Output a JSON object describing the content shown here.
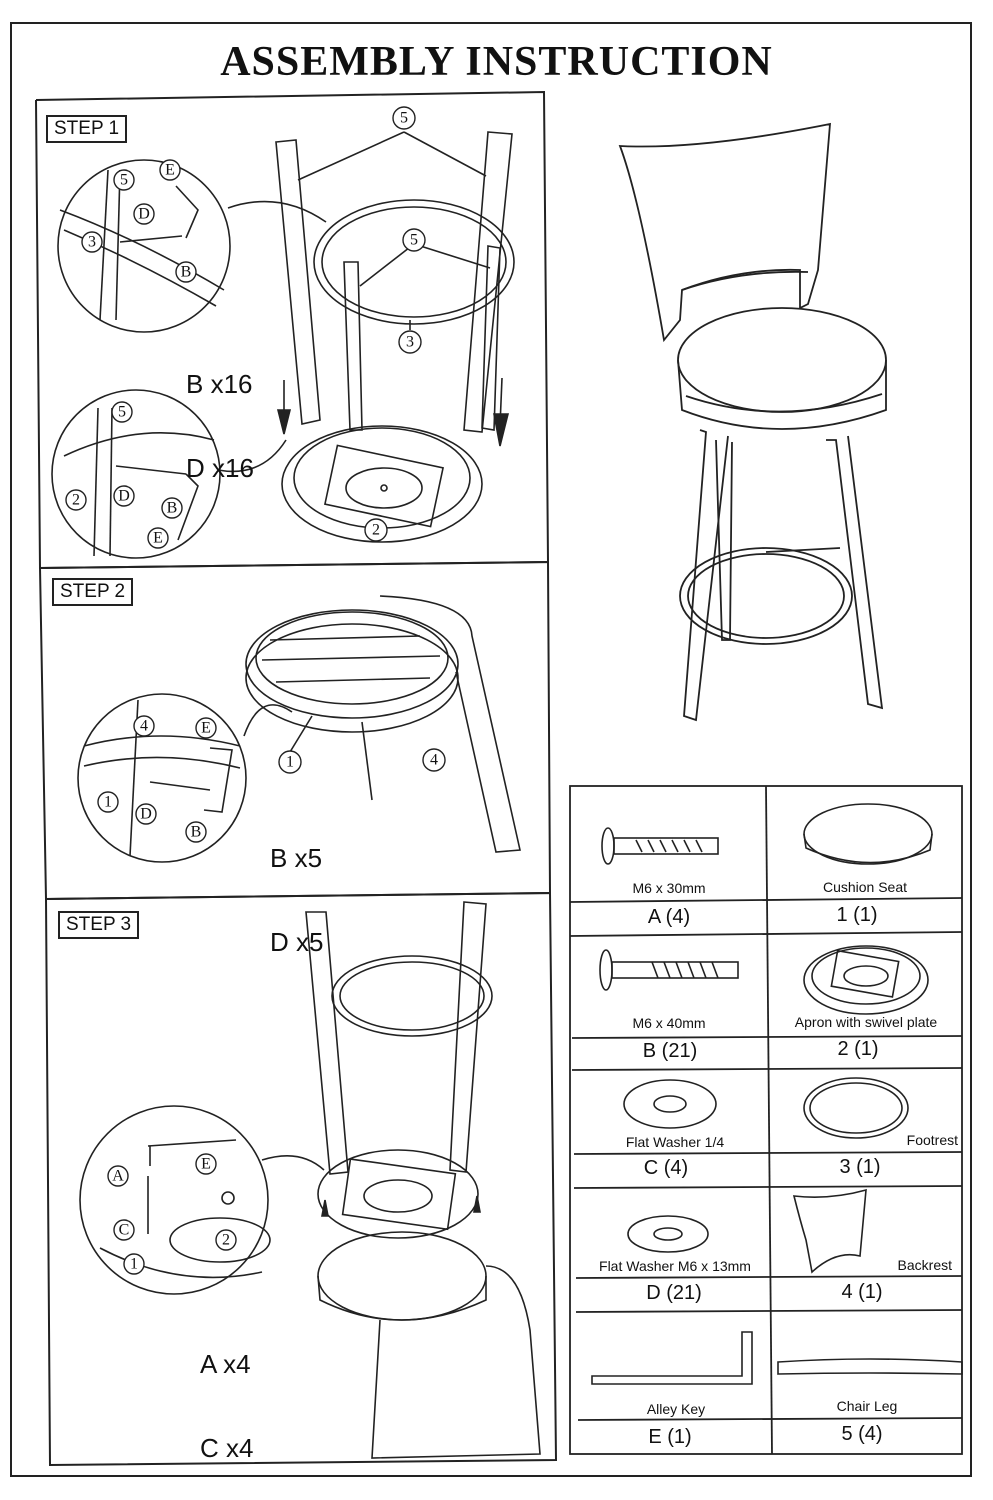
{
  "title": "ASSEMBLY INSTRUCTION",
  "steps": [
    {
      "label": "STEP 1",
      "qty_lines": [
        "B x16",
        "D x16"
      ]
    },
    {
      "label": "STEP 2",
      "qty_lines": [
        "B x5",
        "D x5"
      ]
    },
    {
      "label": "STEP 3",
      "qty_lines": [
        "A x4",
        "C x4"
      ]
    }
  ],
  "callouts": {
    "one": "1",
    "two": "2",
    "three": "3",
    "four": "4",
    "five": "5",
    "a": "A",
    "b": "B",
    "c": "C",
    "d": "D",
    "e": "E"
  },
  "parts": [
    {
      "name": "M6 x 30mm",
      "id": "A (4)"
    },
    {
      "name": "Cushion Seat",
      "id": "1 (1)"
    },
    {
      "name": "M6 x 40mm",
      "id": "B (21)"
    },
    {
      "name": "Apron with swivel plate",
      "id": "2 (1)"
    },
    {
      "name": "Flat Washer 1/4",
      "id": "C (4)"
    },
    {
      "name": "Footrest",
      "id": "3 (1)"
    },
    {
      "name": "Flat Washer M6 x 13mm",
      "id": "D (21)"
    },
    {
      "name": "Backrest",
      "id": "4 (1)"
    },
    {
      "name": "Alley Key",
      "id": "E (1)"
    },
    {
      "name": "Chair Leg",
      "id": "5 (4)"
    }
  ]
}
